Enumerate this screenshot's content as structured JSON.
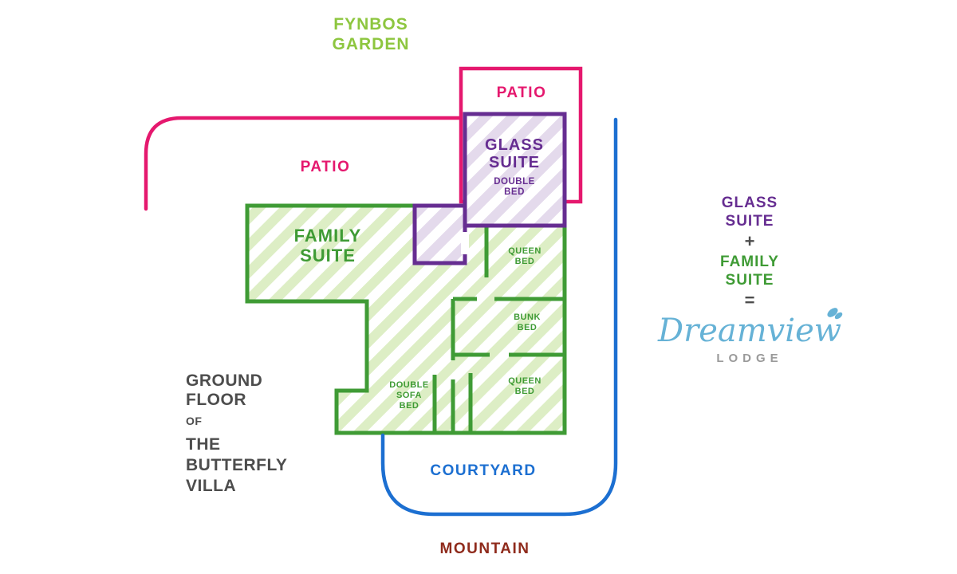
{
  "colors": {
    "fynbos": "#8dc63f",
    "pink": "#e5186e",
    "purple": "#662d91",
    "green": "#3f9b35",
    "blue": "#1c6fd1",
    "mountain": "#8f2b1c",
    "gray": "#4d4d4d",
    "brand": "#66b2d6",
    "lodgeGray": "#9a9a9a",
    "stripeGreen": "rgba(141,198,63,0.30)",
    "stripePurple": "rgba(122,70,160,0.20)"
  },
  "surroundings": {
    "fynbos_garden": "FYNBOS\nGARDEN",
    "patio_top": "PATIO",
    "patio_left": "PATIO",
    "courtyard": "COURTYARD",
    "mountain": "MOUNTAIN"
  },
  "rooms": {
    "glass_suite": {
      "name": "GLASS\nSUITE",
      "bed": "DOUBLE\nBED"
    },
    "family_suite": {
      "name": "FAMILY\nSUITE",
      "bed_queen_top": "QUEEN\nBED",
      "bed_bunk": "BUNK\nBED",
      "bed_queen_bottom": "QUEEN\nBED",
      "bed_sofa": "DOUBLE\nSOFA\nBED"
    }
  },
  "caption": {
    "floor": "GROUND\nFLOOR",
    "of": "OF",
    "building": "THE\nBUTTERFLY\nVILLA"
  },
  "legend": {
    "glass": "GLASS\nSUITE",
    "plus": "+",
    "family": "FAMILY\nSUITE",
    "equals": "=",
    "brand": "Dreamview",
    "brand_sub": "LODGE"
  }
}
